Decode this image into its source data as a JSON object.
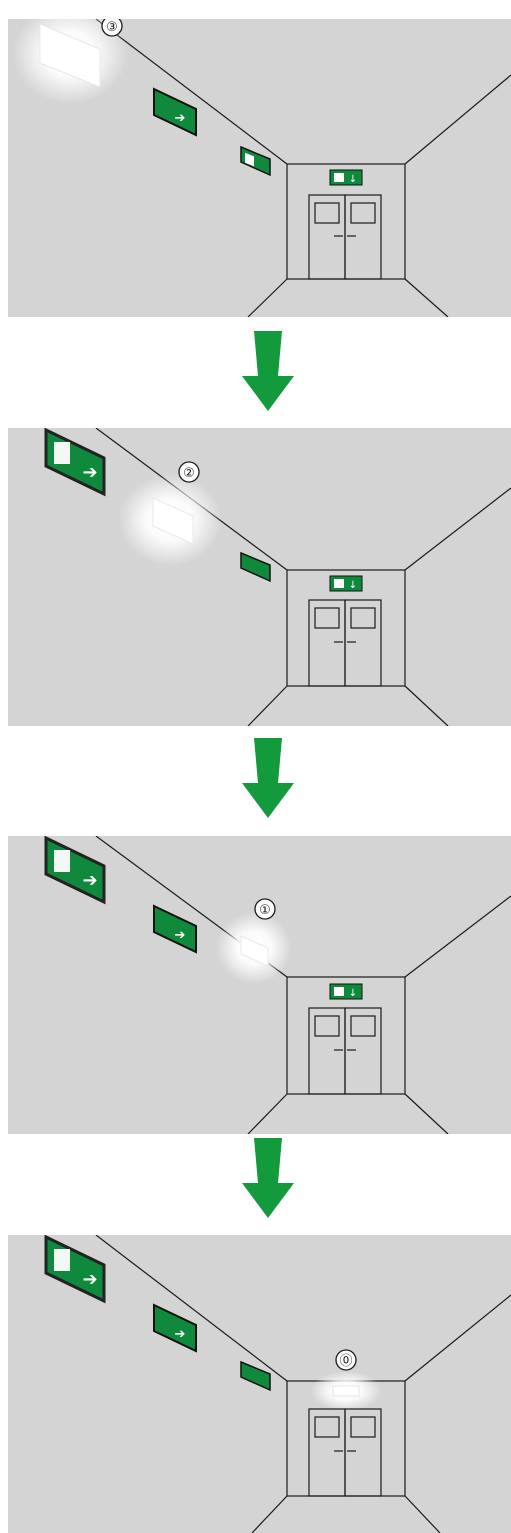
{
  "colors": {
    "wall": "#d4d4d4",
    "line": "#1a1a1a",
    "sign_green": "#0f8a3c",
    "arrow_green": "#129a3c",
    "glow": "#ffffff",
    "background": "#ffffff"
  },
  "panels": [
    {
      "step": "③",
      "active_light": 3
    },
    {
      "step": "②",
      "active_light": 2
    },
    {
      "step": "①",
      "active_light": 1
    },
    {
      "step": "⓪",
      "active_light": 0
    }
  ],
  "icons": {
    "exit_sign": "running-man-exit-sign-icon",
    "flow_arrow": "arrow-down-icon",
    "light": "emergency-light-icon"
  }
}
